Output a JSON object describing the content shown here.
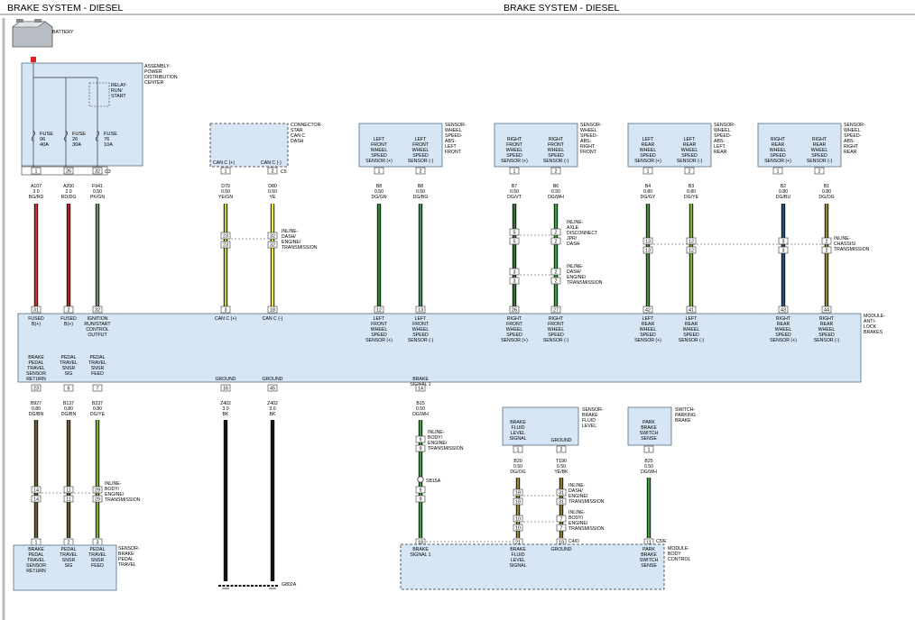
{
  "titles": {
    "left": "BRAKE SYSTEM - DIESEL",
    "right": "BRAKE SYSTEM - DIESEL"
  },
  "colors": {
    "BG/RD": "#cc2f2f",
    "RD/DG": "#b22222",
    "PK/GN": "#6f8f6f",
    "YE/GN": "#c9d12f",
    "YE": "#f2ef2a",
    "DG/GN": "#2d8a2d",
    "DG/BG": "#3f8f5a",
    "DG/VT": "#3a6f3a",
    "DG/WH": "#3aa03a",
    "DG/GY": "#4e8a3f",
    "DG/YE": "#7fb52f",
    "DG/BU": "#1f4f7a",
    "DG/OG": "#9a8a2f",
    "DG/BN": "#6a5a2f",
    "BK": "#111111",
    "YE/BK": "#8a7a2a"
  },
  "battery": {
    "label": "BATTERY"
  },
  "pdc": {
    "label": "ASSEMBLY-\nPOWER\nDISTRIBUTION\nCENTER",
    "relay": "RELAY-\nRUN/\nSTART",
    "fuses": [
      "FUSE\n06\n40A",
      "FUSE\n26\n30A",
      "FUSE\n76\n10A"
    ],
    "connector": "C3",
    "pins": [
      "1",
      "26",
      "32"
    ]
  },
  "star_connector": {
    "label": "CONNECTOR-\nSTAR\nCAN C\nDASH",
    "pins": [
      "CAN C (+)",
      "CAN C (-)"
    ],
    "pin_nums": [
      "1",
      "2"
    ],
    "connector": "C5"
  },
  "sensors_front": [
    {
      "name": "SENSOR-\nWHEEL\nSPEED-\nABS-\nLEFT\nFRONT",
      "pins": [
        "LEFT\nFRONT\nWHEEL\nSPEED\nSENSOR (+)",
        "LEFT\nFRONT\nWHEEL\nSPEED\nSENSOR (-)"
      ]
    },
    {
      "name": "SENSOR-\nWHEEL\nSPEED-\nABS-\nRIGHT\nFRONT",
      "pins": [
        "RIGHT\nFRONT\nWHEEL\nSPEED\nSENSOR (+)",
        "RIGHT\nFRONT\nWHEEL\nSPEED\nSENSOR (-)"
      ]
    },
    {
      "name": "SENSOR-\nWHEEL\nSPEED-\nABS-\nLEFT\nREAR",
      "pins": [
        "LEFT\nREAR\nWHEEL\nSPEED\nSENSOR (+)",
        "LEFT\nREAR\nWHEEL\nSPEED\nSENSOR (-)"
      ]
    },
    {
      "name": "SENSOR-\nWHEEL\nSPEED-\nABS-\nRIGHT\nREAR",
      "pins": [
        "RIGHT\nREAR\nWHEEL\nSPEED\nSENSOR (+)",
        "RIGHT\nREAR\nWHEEL\nSPEED\nSENSOR (-)"
      ]
    }
  ],
  "wires_top": [
    {
      "circuit": "A107\n3.0\nBG/RD",
      "color": "BG/RD",
      "abs_pin": "31"
    },
    {
      "circuit": "A200\n2.0\nRD/DG",
      "color": "RD/DG",
      "abs_pin": "2"
    },
    {
      "circuit": "F941\n0.50\nPK/GN",
      "color": "PK/GN",
      "abs_pin": "32"
    },
    {
      "circuit": "D79\n0.50\nYE/GN",
      "color": "YE/GN",
      "abs_pin": "3",
      "inline": [
        "23",
        "23"
      ]
    },
    {
      "circuit": "D80\n0.50\nYE",
      "color": "YE",
      "abs_pin": "18",
      "inline": [
        "32",
        "32"
      ]
    },
    {
      "circuit": "B8\n0.50\nDG/GN",
      "color": "DG/GN",
      "abs_pin": "12"
    },
    {
      "circuit": "B8\n0.50\nDG/BG",
      "color": "DG/BG",
      "abs_pin": "13"
    },
    {
      "circuit": "B7\n0.50\nDG/VT",
      "color": "DG/VT",
      "abs_pin": "26"
    },
    {
      "circuit": "B6\n0.50\nDG/WH",
      "color": "DG/WH",
      "abs_pin": "27"
    },
    {
      "circuit": "B4\n0.80\nDG/GY",
      "color": "DG/GY",
      "abs_pin": "42"
    },
    {
      "circuit": "B3\n0.80\nDG/YE",
      "color": "DG/YE",
      "abs_pin": "41"
    },
    {
      "circuit": "B2\n0.80\nDG/BU",
      "color": "DG/BU",
      "abs_pin": "43"
    },
    {
      "circuit": "B1\n0.80\nDG/OG",
      "color": "DG/OG",
      "abs_pin": "44"
    }
  ],
  "inline_labels": {
    "dash_engine": "INLINE-\nDASH/\nENGINE/\nTRANSMISSION",
    "axle": "INLINE-\nAXLE\nDISCONNECT\nJPR/\nDASH",
    "dash_engine2": "INLINE-\nDASH/\nENGINE/\nTRANSMISSION",
    "chassis": "INLINE-\nCHASSIS/\nTRANSMISSION",
    "body_engine": "INLINE-\nBODY/\nENGINE/\nTRANSMISSION",
    "body_engine2": "INLINE-\nBODY/\nENGINE/\nTRANSMISSION",
    "dash_engine3": "INLINE-\nDASH/\nENGINE/\nTRANSMISSION",
    "body_engine3": "INLINE-\nBODY/\nENGINE/\nTRANSMISSION"
  },
  "abs_module": {
    "label": "MODULE-\nANTI-\nLOCK\nBRAKES",
    "top_pins": [
      "FUSED\nB(+)",
      "FUSED\nB(+)",
      "IGNITION\nRUN/START\nCONTROL\nOUTPUT",
      "CAN C (+)",
      "CAN C (-)",
      "LEFT\nFRONT\nWHEEL\nSPEED\nSENSOR (+)",
      "LEFT\nFRONT\nWHEEL\nSPEED\nSENSOR (-)",
      "RIGHT\nFRONT\nWHEEL\nSPEED\nSENSOR (+)",
      "RIGHT\nFRONT\nWHEEL\nSPEED\nSENSOR (-)",
      "LEFT\nREAR\nWHEEL\nSPEED\nSENSOR (+)",
      "LEFT\nREAR\nWHEEL\nSPEED\nSENSOR (-)",
      "RIGHT\nREAR\nWHEEL\nSPEED\nSENSOR (+)",
      "RIGHT\nREAR\nWHEEL\nSPEED\nSENSOR (-)"
    ],
    "bottom_pins": [
      "BRAKE\nPEDAL\nTRAVEL\nSENSOR\nRETURN",
      "PEDAL\nTRAVEL\nSNSR\nSIG",
      "PEDAL\nTRAVEL\nSNSR\nFEED",
      "GROUND",
      "GROUND",
      "BRAKE\nSIGNAL 1"
    ],
    "bottom_nums": [
      "23",
      "6",
      "7",
      "16",
      "45",
      "14"
    ]
  },
  "wires_bottom": [
    {
      "circuit": "B927\n0.80\nDG/BN",
      "color": "DG/BN",
      "inline": [
        "14",
        "14"
      ],
      "end": "1"
    },
    {
      "circuit": "B137\n0.80\nDG/BN",
      "color": "DG/BN",
      "inline": [
        "11",
        "11"
      ],
      "end": "2"
    },
    {
      "circuit": "B237\n0.80\nDG/YE",
      "color": "DG/YE",
      "inline": [
        "29",
        "29"
      ],
      "end": "3"
    },
    {
      "circuit": "Z402\n3.0\nBK",
      "color": "BK"
    },
    {
      "circuit": "Z402\n3.0\nBK",
      "color": "BK"
    },
    {
      "circuit": "B15\n0.50\nDG/WH",
      "color": "DG/WH",
      "inline": [
        "9",
        "9"
      ],
      "end": "18"
    }
  ],
  "ground": "G802A",
  "splice": "SB15A",
  "pedal_sensor": {
    "label": "SENSOR-\nBRAKE\nPEDAL\nTRAVEL",
    "pins": [
      "BRAKE\nPEDAL\nTRAVEL\nSENSOR\nRETURN",
      "PEDAL\nTRAVEL\nSNSR\nSIG",
      "PEDAL\nTRAVEL\nSNSR\nFEED"
    ]
  },
  "fluid_sensor": {
    "label": "SENSOR-\nBRAKE\nFLUID\nLEVEL",
    "pins": [
      "BRAKE\nFLUID\nLEVEL\nSIGNAL",
      "GROUND"
    ],
    "wires": [
      {
        "circuit": "B20\n0.50\nDG/OG",
        "color": "DG/OG",
        "inline": [
          "18",
          "18",
          "10",
          "10"
        ],
        "end": "21"
      },
      {
        "circuit": "T190\n0.50\nYE/BK",
        "color": "YE/BK",
        "inline": [
          "31",
          "31",
          "7",
          "7"
        ],
        "end": "19"
      }
    ]
  },
  "park_switch": {
    "label": "SWITCH-\nPARKING\nBRAKE",
    "pin": "PARK\nBRAKE\nSWITCH\nSENSE",
    "wire": {
      "circuit": "B25\n0.50\nDG/WH",
      "color": "DG/WH",
      "end": "11"
    }
  },
  "bcm": {
    "label": "MODULE-\nBODY\nCONTROL",
    "pins": [
      "BRAKE\nSIGNAL 1",
      "BRAKE\nFLUID\nLEVEL\nSIGNAL",
      "GROUND",
      "PARK\nBRAKE\nSWITCH\nSENSE"
    ],
    "connectors": [
      "C4/D",
      "C5/E"
    ]
  }
}
